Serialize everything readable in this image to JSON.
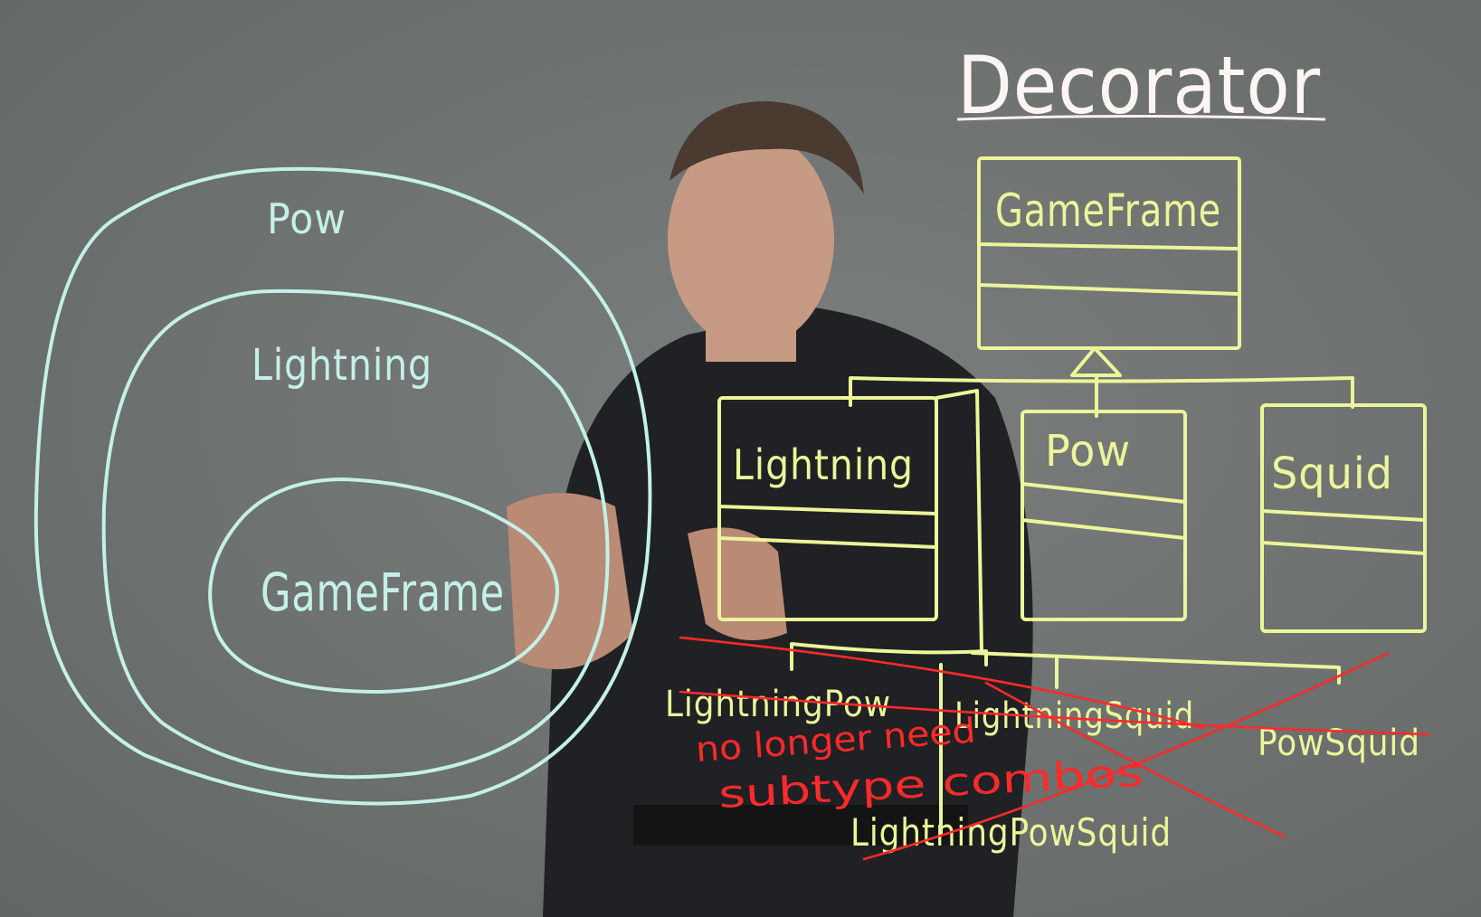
{
  "title": "Decorator",
  "nested_diagram": {
    "outer": "Pow",
    "middle": "Lightning",
    "inner": "GameFrame"
  },
  "uml": {
    "base_class": "GameFrame",
    "decorators": [
      "Lightning",
      "Pow",
      "Squid"
    ],
    "crossed_out_subtypes": [
      "LightningPow",
      "LightningSquid",
      "PowSquid",
      "LightningPowSquid"
    ]
  },
  "annotation": {
    "line1": "no longer need",
    "line2": "subtype combos"
  },
  "colors": {
    "board": "#6f7371",
    "cyan": "#c4f0e8",
    "yellow": "#ecf59a",
    "red": "#ff2a2a",
    "title": "#fbf1ee"
  }
}
